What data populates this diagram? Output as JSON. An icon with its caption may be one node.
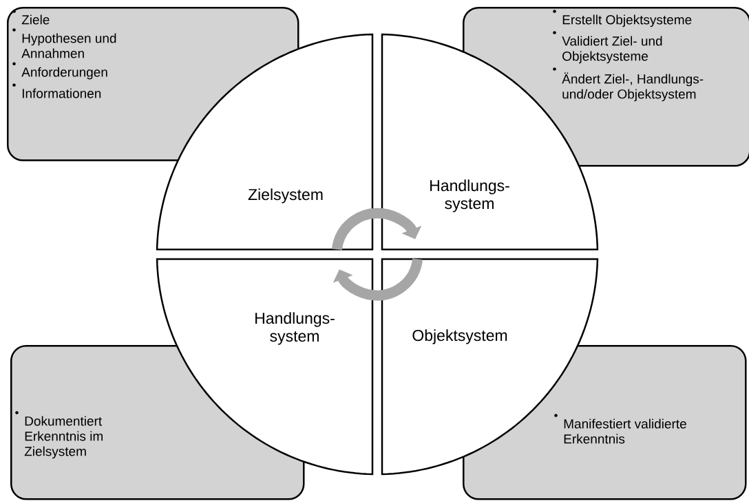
{
  "diagram": {
    "nodes": [
      {
        "text": [
          "Ziele",
          "Hypothesen und Annahmen",
          "Anforderungen",
          "Informationen"
        ]
      },
      {
        "text": [
          "Erstellt Objektsysteme",
          "Validiert Ziel- und Objektsysteme",
          "Ändert Ziel-, Handlungs- und/oder Objektsystem"
        ]
      },
      {
        "text": [
          "Zielsystem"
        ]
      },
      {
        "text": [
          "Handlungs- system"
        ]
      },
      {
        "text": [
          "Handlungs- system"
        ]
      },
      {
        "text": [
          "Objektsystem"
        ]
      },
      {
        "text": [
          "Dokumentiert Erkenntnis im Zielsystem"
        ]
      },
      {
        "text": [
          "Manifestiert validierte Erkenntnis"
        ]
      }
    ],
    "edges": [
      {
        "from": 2,
        "to": 3,
        "arrow": "to"
      },
      {
        "from": 5,
        "to": 4,
        "arrow": "to"
      }
    ]
  }
}
